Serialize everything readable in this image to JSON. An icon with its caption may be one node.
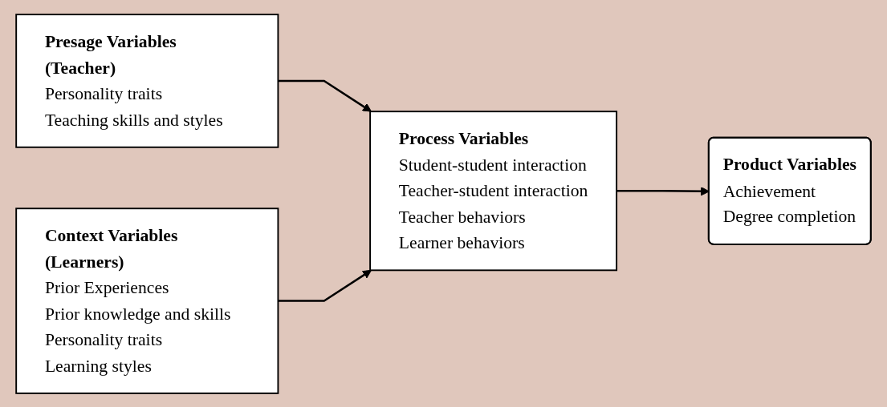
{
  "diagram": {
    "nodes": [
      {
        "text": [
          "Presage Variables (Teacher)",
          "Personality traits",
          "Teaching skills and styles"
        ]
      },
      {
        "text": [
          "Process Variables",
          "Student-student interaction",
          "Teacher-student interaction",
          "Teacher behaviors",
          "Learner behaviors"
        ]
      },
      {
        "text": [
          "Product Variables",
          "Achievement",
          "Degree completion"
        ]
      },
      {
        "text": [
          "Context Variables (Learners)",
          "Prior Experiences",
          "Prior knowledge and skills",
          "Personality traits",
          "Learning styles"
        ]
      }
    ],
    "edges": [
      {
        "from": 0,
        "to": 1,
        "arrow": "to"
      },
      {
        "from": 3,
        "to": 1,
        "arrow": "to"
      },
      {
        "from": 1,
        "to": 2,
        "arrow": "to"
      }
    ]
  }
}
